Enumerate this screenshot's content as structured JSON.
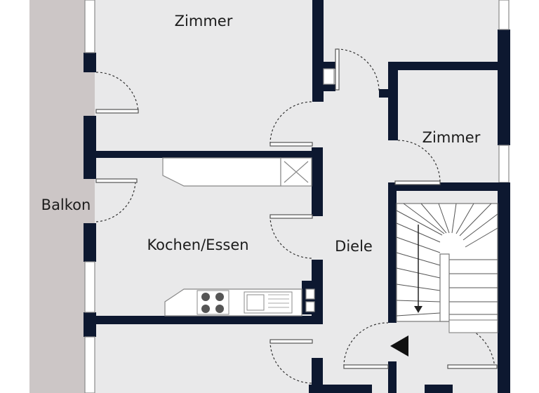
{
  "rooms": {
    "zimmer_top": "Zimmer",
    "zimmer_right": "Zimmer",
    "balkon": "Balkon",
    "kochen_essen": "Kochen/Essen",
    "diele": "Diele"
  },
  "colors": {
    "wall": "#0d1830",
    "floor": "#e9e9ea",
    "balcony": "#ccc6c6",
    "background": "#ffffff"
  },
  "icons": {
    "stairs_direction": "triangle-left-icon",
    "stairs_arrow": "arrow-down-icon"
  }
}
